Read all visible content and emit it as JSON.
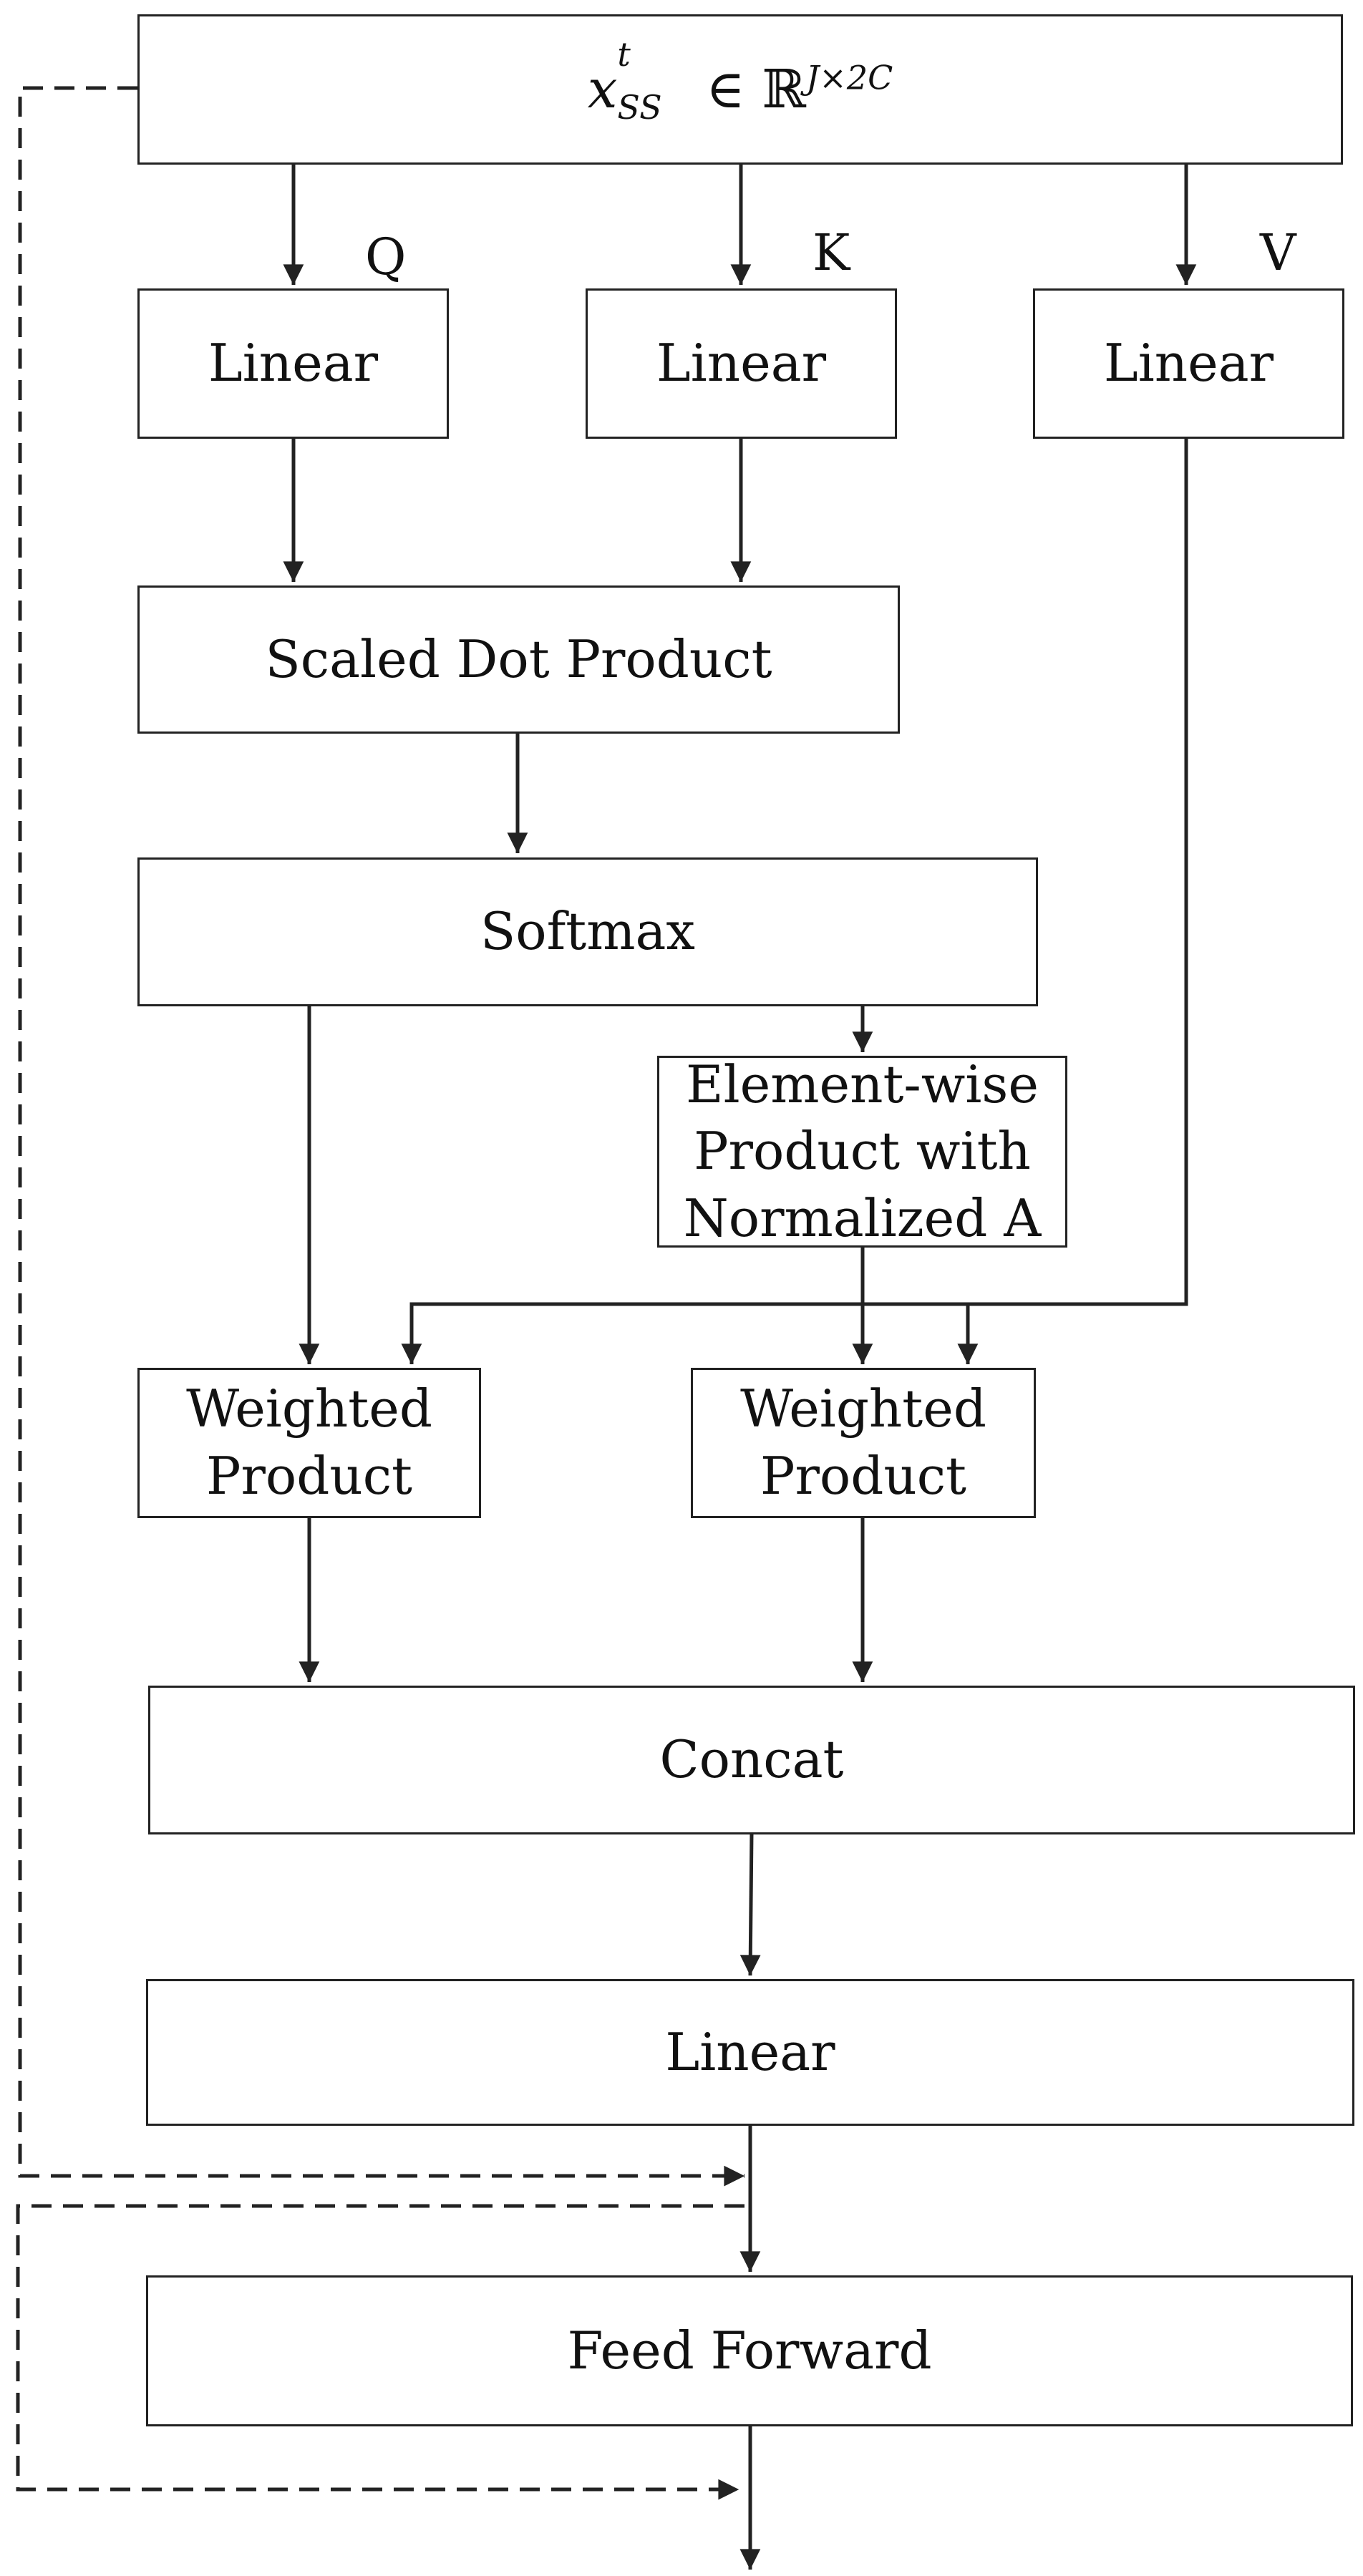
{
  "input": {
    "var": "x",
    "sub": "SS",
    "sup": "t",
    "rel": "∈",
    "space": "ℝ",
    "dims": "J×2C"
  },
  "labels": {
    "q": "Q",
    "k": "K",
    "v": "V"
  },
  "boxes": {
    "linear_q": "Linear",
    "linear_k": "Linear",
    "linear_v": "Linear",
    "scaled_dot": "Scaled Dot Product",
    "softmax": "Softmax",
    "element_wise": [
      "Element-wise",
      "Product with",
      "Normalized A"
    ],
    "weighted_1": [
      "Weighted",
      "Product"
    ],
    "weighted_2": [
      "Weighted",
      "Product"
    ],
    "concat": "Concat",
    "linear_out": "Linear",
    "feed_forward": "Feed Forward"
  },
  "colors": {
    "stroke": "#222222",
    "text": "#111111",
    "background": "#ffffff"
  }
}
